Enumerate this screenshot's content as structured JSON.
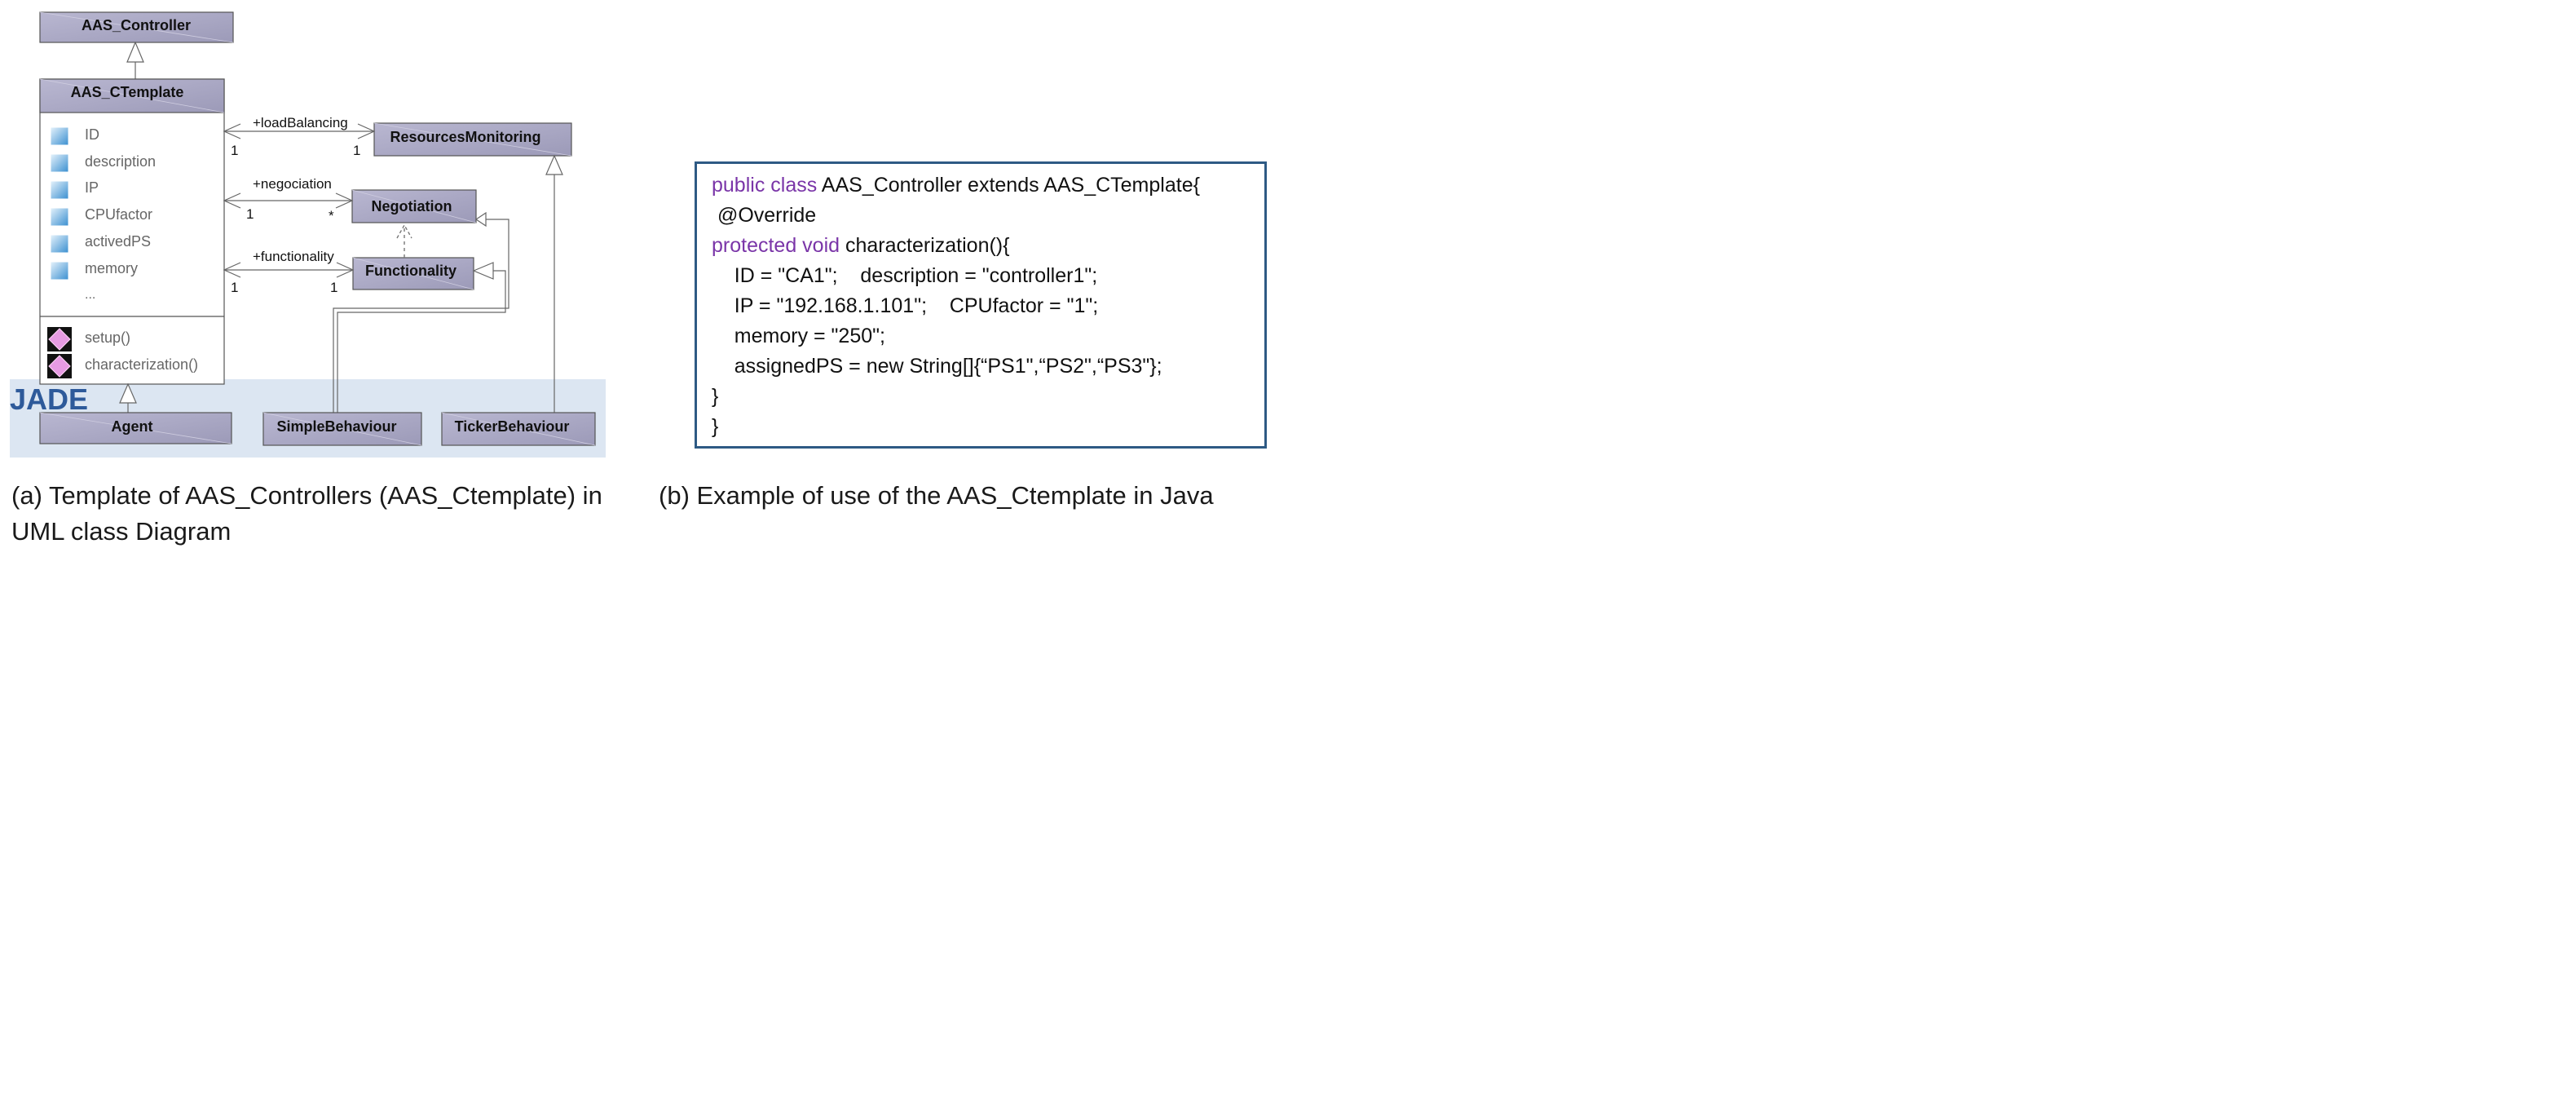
{
  "diagram": {
    "jade_label": "JADE",
    "classes": {
      "aas_controller": "AAS_Controller",
      "aas_ctemplate": "AAS_CTemplate",
      "resources_monitoring": "ResourcesMonitoring",
      "negotiation": "Negotiation",
      "functionality": "Functionality",
      "agent": "Agent",
      "simple_behaviour": "SimpleBehaviour",
      "ticker_behaviour": "TickerBehaviour"
    },
    "attributes": [
      "ID",
      "description",
      "IP",
      "CPUfactor",
      "activedPS",
      "memory",
      "..."
    ],
    "methods": [
      "setup()",
      "characterization()"
    ],
    "associations": {
      "load_balancing": {
        "role": "+loadBalancing",
        "mult_left": "1",
        "mult_right": "1"
      },
      "negociation": {
        "role": "+negociation",
        "mult_left": "1",
        "mult_right": "*"
      },
      "functionality": {
        "role": "+functionality",
        "mult_left": "1",
        "mult_right": "1"
      }
    },
    "colors": {
      "class_header": "#a8a6c4",
      "jade_band": "#dce6f2",
      "jade_text": "#2e5a9a"
    }
  },
  "code": {
    "line1_kw": "public class ",
    "line1_rest": "AAS_Controller extends AAS_CTemplate{",
    "line2": " @Override",
    "line3_kw": "protected void ",
    "line3_rest": "characterization(){",
    "line4": "    ID = \"CA1\";    description = \"controller1\";",
    "line5": "    IP = \"192.168.1.101\";    CPUfactor = \"1\";",
    "line6": "    memory = \"250\";",
    "line7": "    assignedPS = new String[]{“PS1\",“PS2\",“PS3\"};",
    "line8": "}",
    "line9": "}",
    "colors": {
      "keyword": "#7a35a8",
      "border": "#2e5a84"
    }
  },
  "captions": {
    "a": "(a) Template of AAS_Controllers (AAS_Ctemplate) in UML class Diagram",
    "b": "(b) Example of use of the AAS_Ctemplate in Java"
  }
}
